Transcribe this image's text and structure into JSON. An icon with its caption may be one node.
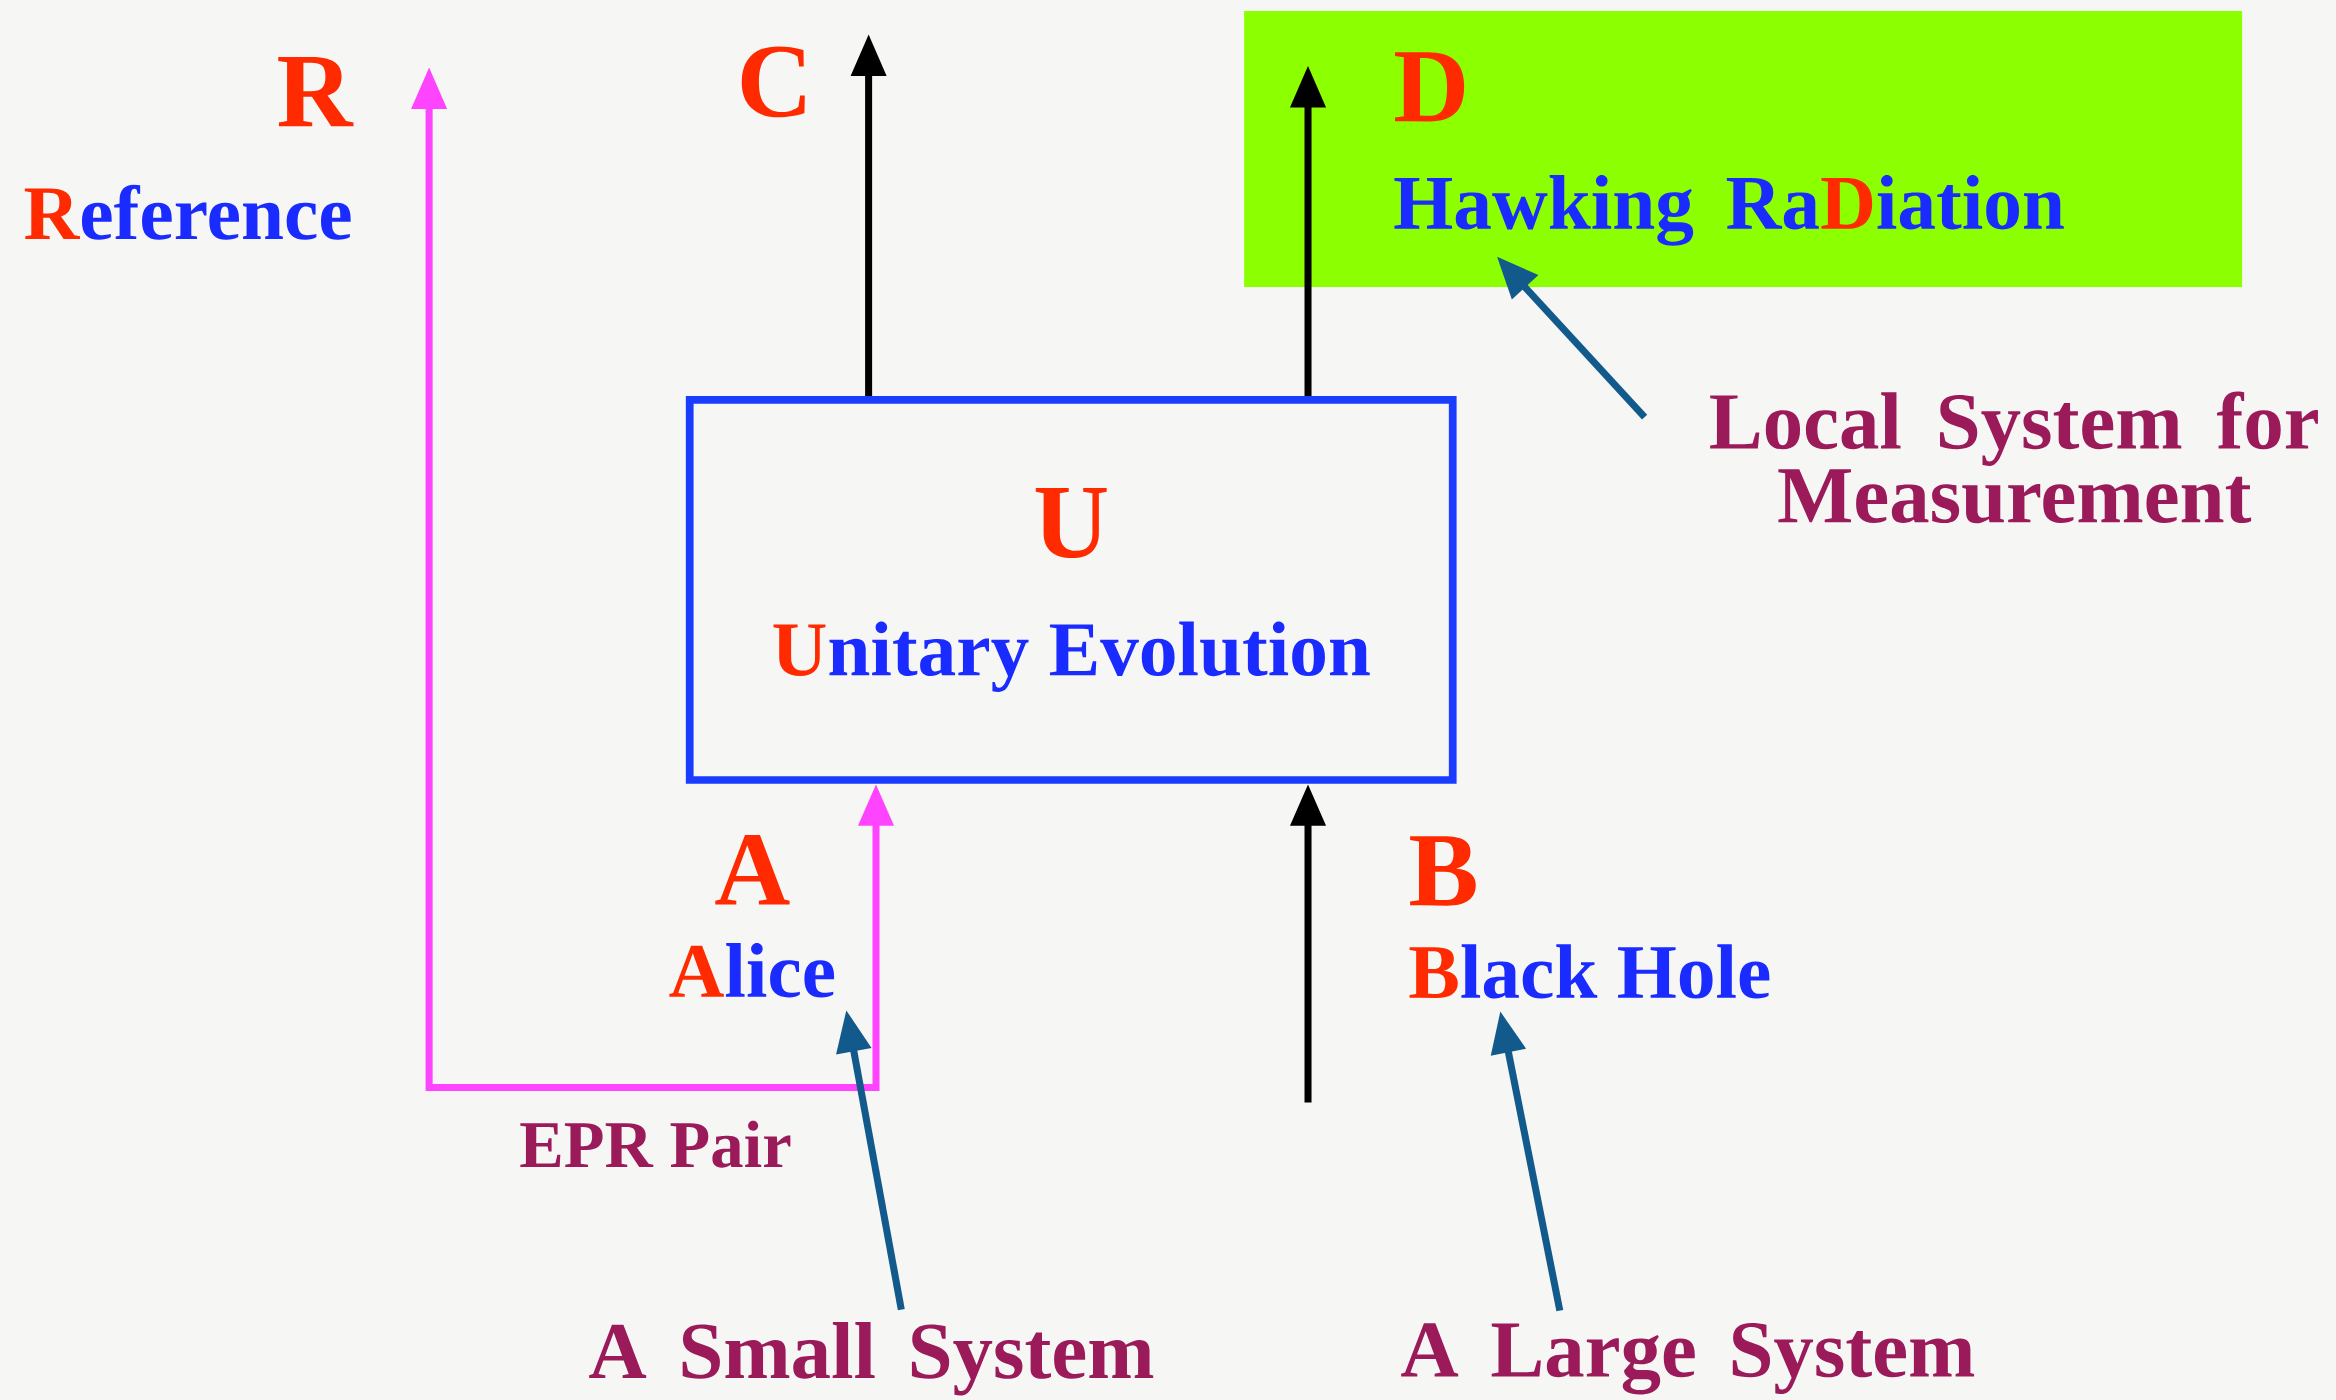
{
  "diagram": {
    "nodes": [
      {
        "text": [
          "R",
          "**R**eference"
        ]
      },
      {
        "text": [
          "C"
        ]
      },
      {
        "text": [
          "D",
          "Hawking Ra**D**iation"
        ]
      },
      {
        "text": [
          "U",
          "**U**nitary Evolution"
        ]
      },
      {
        "text": [
          "Local System for Measurement"
        ]
      },
      {
        "text": [
          "A",
          "**A**lice"
        ]
      },
      {
        "text": [
          "B",
          "**B**lack Hole"
        ]
      },
      {
        "text": [
          "A Small System"
        ]
      },
      {
        "text": [
          "A Large System"
        ]
      }
    ],
    "edges": [
      {
        "from": 3,
        "to": 0,
        "arrow": "both",
        "label": "EPR Pair",
        "color": "#ff44ff"
      },
      {
        "from": 3,
        "to": 1,
        "arrow": "to"
      },
      {
        "from": 3,
        "to": 2,
        "arrow": "to"
      },
      {
        "from": null,
        "to": 3,
        "arrow": "to"
      },
      {
        "from": 4,
        "to": 2,
        "arrow": "to",
        "color": "#135a8c"
      },
      {
        "from": 7,
        "to": 5,
        "arrow": "to",
        "color": "#135a8c"
      },
      {
        "from": 8,
        "to": 6,
        "arrow": "to",
        "color": "#135a8c"
      }
    ]
  }
}
